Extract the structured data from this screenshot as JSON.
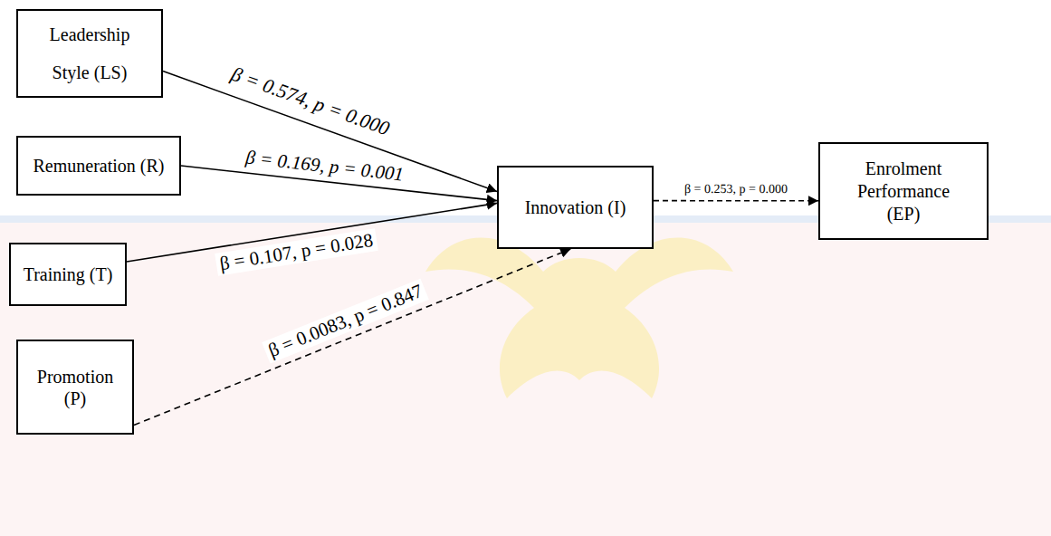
{
  "diagram": {
    "nodes": [
      {
        "text": [
          "Leadership Style (LS)"
        ]
      },
      {
        "text": [
          "Remuneration (R)"
        ]
      },
      {
        "text": [
          "Training (T)"
        ]
      },
      {
        "text": [
          "Promotion (P)"
        ]
      },
      {
        "text": [
          "Innovation (I)"
        ]
      },
      {
        "text": [
          "Enrolment Performance (EP)"
        ]
      }
    ],
    "edges": [
      {
        "from": 0,
        "to": 4,
        "arrow": "to",
        "label": "β = 0.574, p = 0.000"
      },
      {
        "from": 1,
        "to": 4,
        "arrow": "to",
        "label": "β = 0.169, p = 0.001"
      },
      {
        "from": 2,
        "to": 4,
        "arrow": "to",
        "label": "β = 0.107, p = 0.028"
      },
      {
        "from": 3,
        "to": 4,
        "arrow": "to",
        "label": "β = 0.0083, p = 0.847"
      },
      {
        "from": 4,
        "to": 5,
        "arrow": "to",
        "label": "β = 0.253, p = 0.000"
      }
    ]
  }
}
